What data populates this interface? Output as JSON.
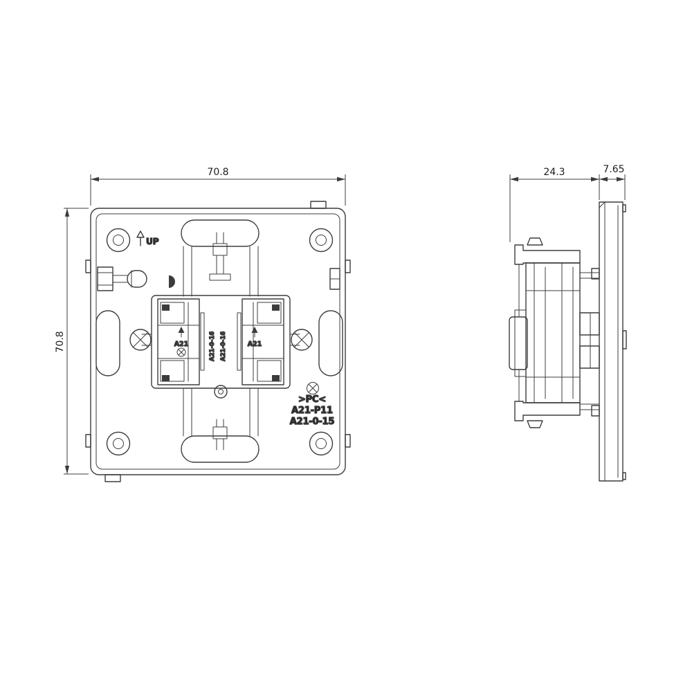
{
  "drawing": {
    "front_view": {
      "width_label": "70.8",
      "height_label": "70.8",
      "up_label": "UP",
      "module_label_left": "A21",
      "module_label_right": "A21",
      "vertical_marking_left": "A21-0-16",
      "vertical_marking_right": "A21-0-16",
      "material_marking": ">PC<",
      "model_line1": "A21-P11",
      "model_line2": "A21-0-15"
    },
    "side_view": {
      "depth_label": "24.3",
      "flange_thickness_label": "7.65"
    },
    "colors": {
      "line": "#3c3c3c",
      "text": "#1d1d1d",
      "background": "#ffffff"
    }
  }
}
